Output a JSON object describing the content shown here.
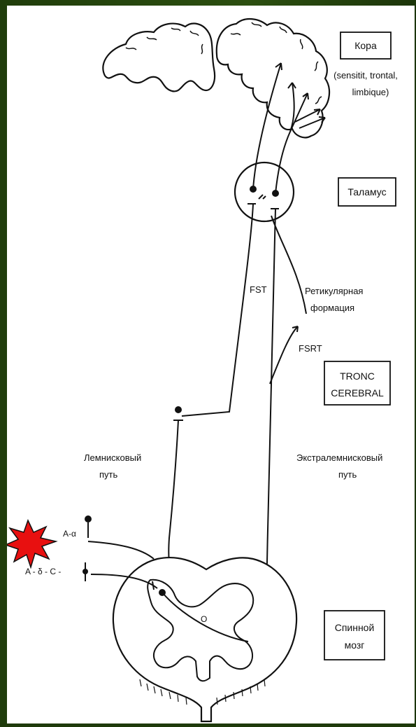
{
  "diagram": {
    "boxes": {
      "cortex": "Кора",
      "thalamus": "Таламус",
      "brainstem_line1": "TRONC",
      "brainstem_line2": "CEREBRAL",
      "spinal_cord_line1": "Спинной",
      "spinal_cord_line2": "мозг"
    },
    "cortex_note_line1": "(sensitit, trontal,",
    "cortex_note_line2": "limbique)",
    "tracts": {
      "fst": "FST",
      "fsrt": "FSRT",
      "reticular_line1": "Ретикулярная",
      "reticular_line2": "формация",
      "lemniscal_line1": "Лемнисковый",
      "lemniscal_line2": "путь",
      "extralemniscal_line1": "Экстралемнисковый",
      "extralemniscal_line2": "путь"
    },
    "fibers": {
      "a_alpha": "A-α",
      "a_delta_c": "A - δ - C -"
    },
    "center_mark": "O"
  },
  "colors": {
    "background_green": "#2c4f10",
    "canvas": "#ffffff",
    "ink": "#111111",
    "burst": "#e81010"
  }
}
